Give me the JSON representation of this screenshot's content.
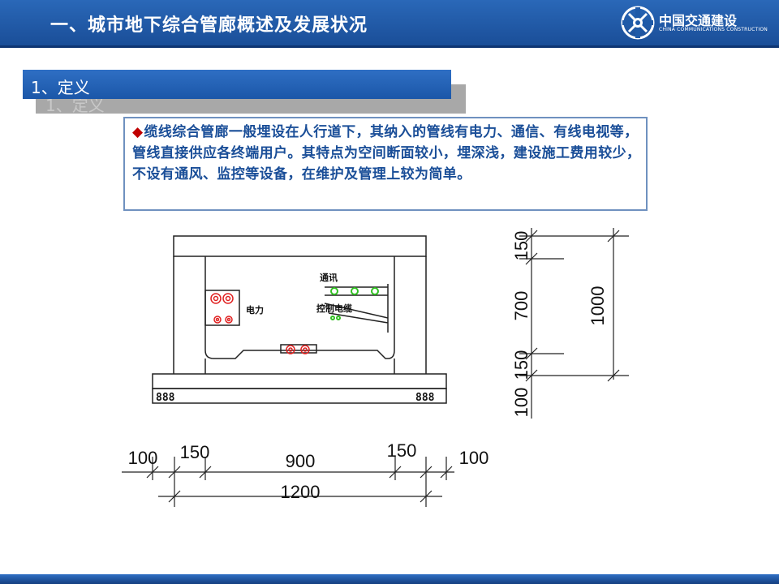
{
  "header": {
    "title": "一、城市地下综合管廊概述及发展状况",
    "logo_cn": "中国交通建设",
    "logo_en": "CHINA COMMUNICATIONS CONSTRUCTION",
    "color": "#1f5aa8"
  },
  "section": {
    "label": "1、定义",
    "shadow_label": "1、定义"
  },
  "definition": {
    "bullet": "◆",
    "text": "缆线综合管廊一般埋设在人行道下，其纳入的管线有电力、通信、有线电视等，管线直接供应各终端用户。其特点为空间断面较小，埋深浅，建设施工费用较少，不设有通风、监控等设备，在维护及管理上较为简单。"
  },
  "drawing": {
    "labels": {
      "telecom": "通讯",
      "control_cable": "控制电缆",
      "power": "电力"
    },
    "vertical_dims": {
      "top": "150",
      "middle": "700",
      "bottom": "150",
      "base": "100",
      "total": "1000"
    },
    "horizontal_dims": {
      "left_outer": "100",
      "left_wall": "150",
      "inner": "900",
      "right_wall": "150",
      "right_outer": "100",
      "total": "1200"
    },
    "foundation_marks": {
      "left": "888",
      "right": "888"
    }
  }
}
